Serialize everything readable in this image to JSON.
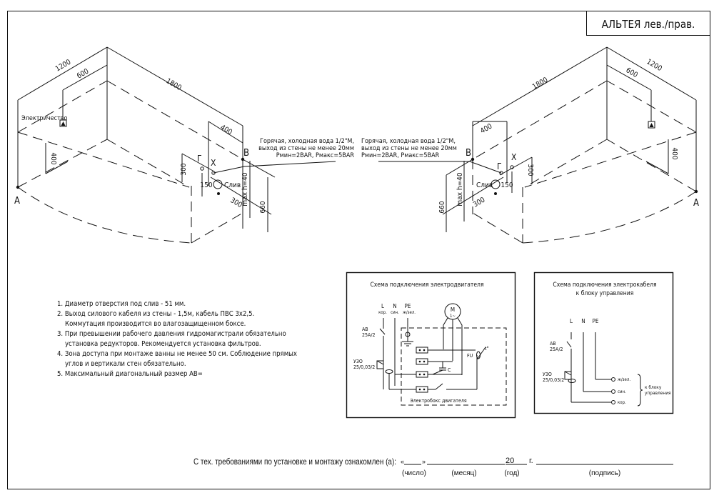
{
  "title_block": {
    "title": "АЛЬТЕЯ лев./прав."
  },
  "left_view": {
    "labels": {
      "corner_a": "А",
      "corner_b": "В",
      "hot_water": "Г",
      "cold_water": "Х",
      "drain": "Слив",
      "electricity": "Электричество"
    },
    "dimensions": {
      "width_1200": "1200",
      "offset_600": "600",
      "length_1800": "1800",
      "offset_400_top": "400",
      "height_400": "400",
      "height_300": "300",
      "spacing_150": "150",
      "drain_300": "300",
      "max_h": "max h=40",
      "height_660": "660"
    }
  },
  "right_view": {
    "labels": {
      "corner_a": "А",
      "corner_b": "В",
      "hot_water": "Г",
      "cold_water": "Х",
      "drain": "Слив"
    },
    "dimensions": {
      "width_1200": "1200",
      "offset_600": "600",
      "length_1800": "1800",
      "offset_400_top": "400",
      "height_400": "400",
      "height_300": "300",
      "spacing_150": "150",
      "drain_300": "300",
      "max_h": "max h=40",
      "height_660": "660"
    }
  },
  "water_note": {
    "lines": [
      "Горячая, холодная вода 1/2\"М,",
      "выход из стены не менее 20мм",
      "Рмин=2BAR, Рмакс=5BAR"
    ]
  },
  "notes": [
    "1. Диаметр отверстия под слив - 51 мм.",
    "2. Выход силового кабеля из стены - 1,5м, кабель ПВС 3х2,5.",
    "Коммутация производится во влагозащищенном боксе.",
    "3. При превышении рабочего давления гидромагистрали обязательно",
    "установка редукторов. Рекомендуется установка фильтров.",
    "4. Зона доступа при монтаже ванны не менее 50 см. Соблюдение прямых",
    "углов и вертикали стен обязательно.",
    "5. Максимальный диагональный размер АВ="
  ],
  "motor_scheme": {
    "title": "Схема подключения электродвигателя",
    "wire_L": "L",
    "wire_N": "N",
    "wire_PE": "PE",
    "wire_L_sub": "кор.",
    "wire_N_sub": "син.",
    "wire_PE_sub": "ж/зел.",
    "breaker": "АВ",
    "breaker_rating": "25А/2",
    "rcd": "УЗО",
    "rcd_rating": "25/0,03/2",
    "motor": "М",
    "motor_phase": "1~",
    "capacitor": "С",
    "fuse": "FU",
    "temp": "t°",
    "box_label": "Электробокс двигателя"
  },
  "cable_scheme": {
    "title_line1": "Схема подключения электрокабеля",
    "title_line2": "к блоку управления",
    "wire_L": "L",
    "wire_N": "N",
    "wire_PE": "PE",
    "breaker": "АВ",
    "breaker_rating": "25А/2",
    "rcd": "УЗО",
    "rcd_rating": "25/0,03/2",
    "term_pe": "ж/зел.",
    "term_n": "син.",
    "term_l": "кор.",
    "to_unit_line1": "к блоку",
    "to_unit_line2": "управления"
  },
  "acknowledgement": {
    "text": "С тех. требованиями по установке и монтажу ознакомлен (а):",
    "quote_open": "«",
    "quote_close": "»",
    "year_prefix": "20",
    "year_suffix": "г.",
    "caption_day": "(число)",
    "caption_month": "(месяц)",
    "caption_year": "(год)",
    "caption_signature": "(подпись)"
  }
}
